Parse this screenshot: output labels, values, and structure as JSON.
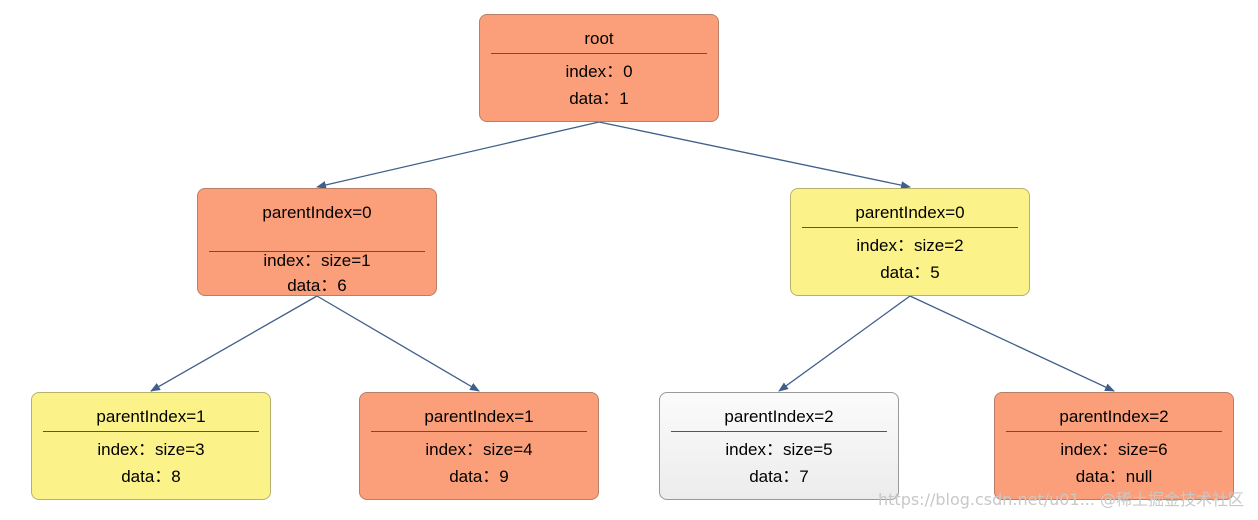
{
  "nodes": [
    {
      "id": "root",
      "color": "#fb9f7a",
      "title": "root",
      "line1": "index：0",
      "line2": "data：1"
    },
    {
      "id": "n1",
      "color": "#fb9f7a",
      "title": "parentIndex=0",
      "line1": "index：size=1",
      "line2": "data：6"
    },
    {
      "id": "n2",
      "color": "#fbf28a",
      "title": "parentIndex=0",
      "line1": "index：size=2",
      "line2": "data：5"
    },
    {
      "id": "n3",
      "color": "#fbf28a",
      "title": "parentIndex=1",
      "line1": "index：size=3",
      "line2": "data：8"
    },
    {
      "id": "n4",
      "color": "#fb9f7a",
      "title": "parentIndex=1",
      "line1": "index：size=4",
      "line2": "data：9"
    },
    {
      "id": "n5",
      "color": "#f2f2f2",
      "title": "parentIndex=2",
      "line1": "index：size=5",
      "line2": "data：7"
    },
    {
      "id": "n6",
      "color": "#fb9f7a",
      "title": "parentIndex=2",
      "line1": "index：size=6",
      "line2": "data：null"
    }
  ],
  "edges": [
    {
      "from": "root",
      "to": "n1"
    },
    {
      "from": "root",
      "to": "n2"
    },
    {
      "from": "n1",
      "to": "n3"
    },
    {
      "from": "n1",
      "to": "n4"
    },
    {
      "from": "n2",
      "to": "n5"
    },
    {
      "from": "n2",
      "to": "n6"
    }
  ],
  "edge_color": "#3f5f8a",
  "watermark": "https://blog.csdn.net/u01...  @稀土掘金技术社区"
}
